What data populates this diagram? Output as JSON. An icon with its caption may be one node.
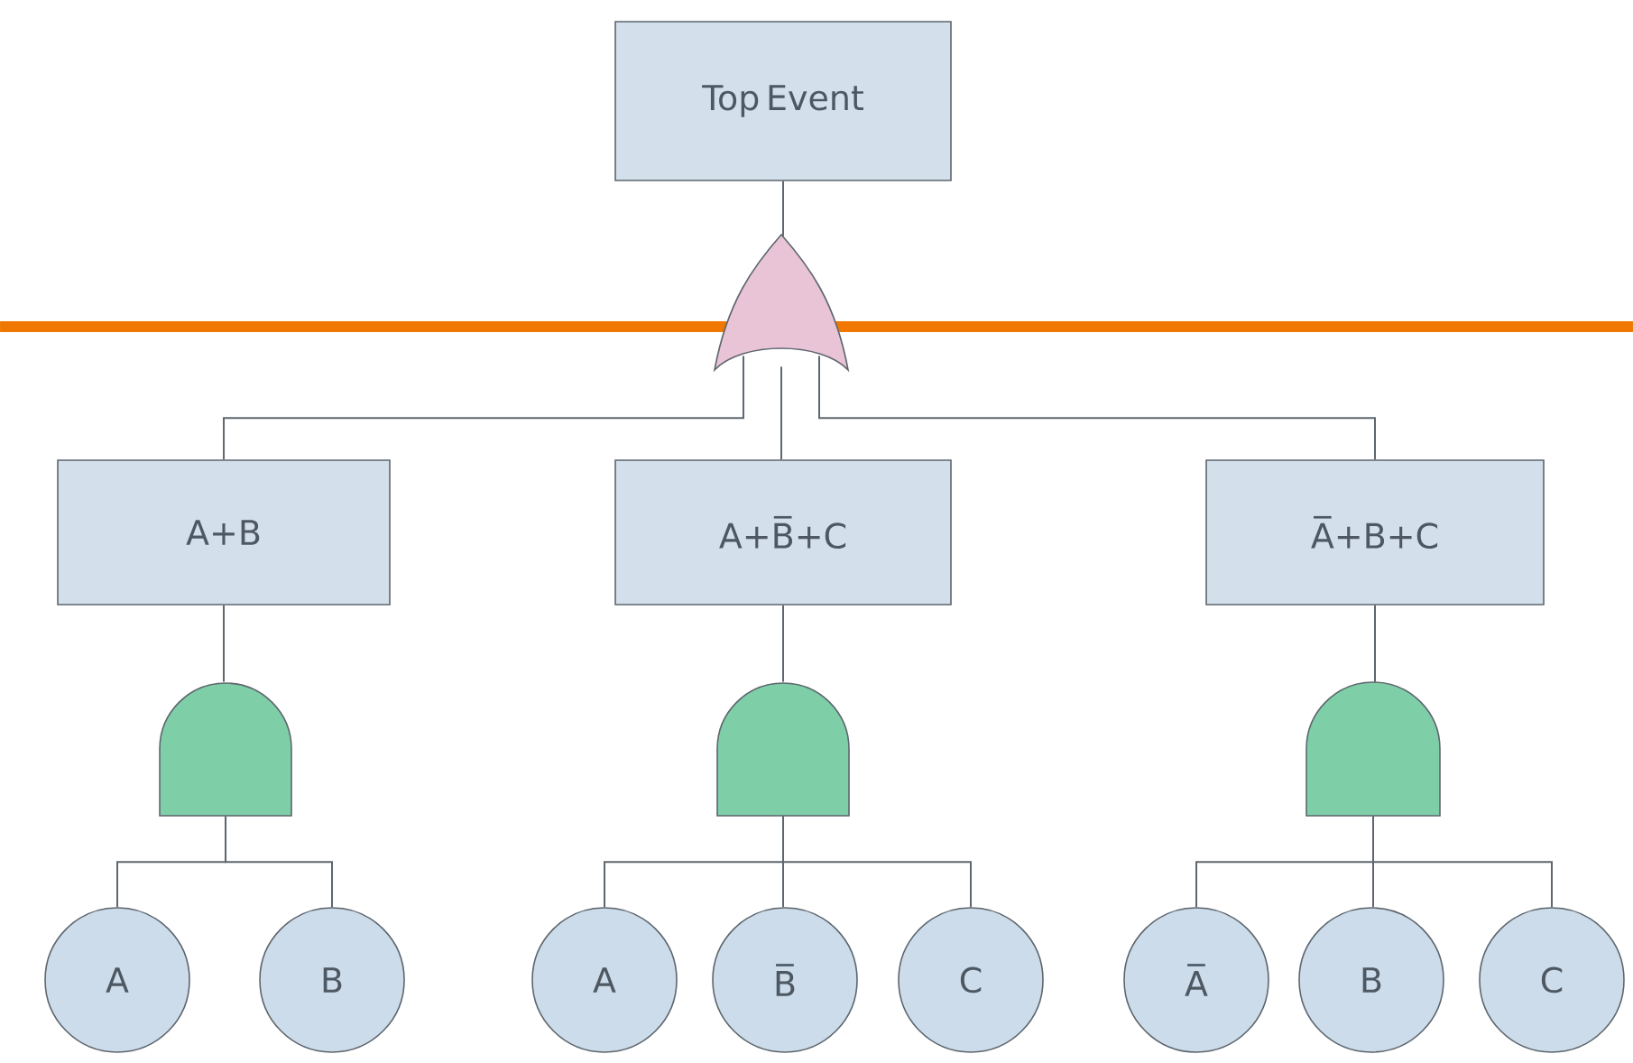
{
  "diagram": {
    "nodes": [
      {
        "text": [
          "Top Event"
        ]
      },
      {
        "text": [],
        "shape": "gate"
      },
      {
        "text": [
          "A+B"
        ]
      },
      {
        "text": [
          "A+B̅+C"
        ]
      },
      {
        "text": [
          "A̅+B+C"
        ]
      },
      {
        "text": [],
        "shape": "gate"
      },
      {
        "text": [],
        "shape": "gate"
      },
      {
        "text": [],
        "shape": "gate"
      },
      {
        "text": [
          "A"
        ]
      },
      {
        "text": [
          "B"
        ]
      },
      {
        "text": [
          "A"
        ]
      },
      {
        "text": [
          "B̅"
        ]
      },
      {
        "text": [
          "C"
        ]
      },
      {
        "text": [
          "A̅"
        ]
      },
      {
        "text": [
          "B"
        ]
      },
      {
        "text": [
          "C"
        ]
      }
    ],
    "edges": [
      {
        "from": 0,
        "to": 1,
        "arrow": "none"
      },
      {
        "from": 1,
        "to": 2,
        "arrow": "none"
      },
      {
        "from": 1,
        "to": 3,
        "arrow": "none"
      },
      {
        "from": 1,
        "to": 4,
        "arrow": "none"
      },
      {
        "from": 2,
        "to": 5,
        "arrow": "none"
      },
      {
        "from": 3,
        "to": 6,
        "arrow": "none"
      },
      {
        "from": 4,
        "to": 7,
        "arrow": "none"
      },
      {
        "from": 5,
        "to": 8,
        "arrow": "none"
      },
      {
        "from": 5,
        "to": 9,
        "arrow": "none"
      },
      {
        "from": 6,
        "to": 10,
        "arrow": "none"
      },
      {
        "from": 6,
        "to": 11,
        "arrow": "none"
      },
      {
        "from": 6,
        "to": 12,
        "arrow": "none"
      },
      {
        "from": 7,
        "to": 13,
        "arrow": "none"
      },
      {
        "from": 7,
        "to": 14,
        "arrow": "none"
      },
      {
        "from": 7,
        "to": 15,
        "arrow": "none"
      }
    ]
  }
}
